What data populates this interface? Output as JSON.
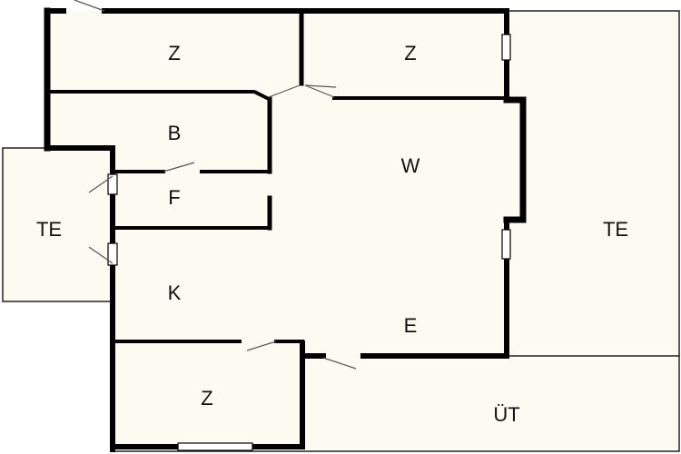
{
  "rooms": [
    {
      "id": "z1",
      "label": "Z"
    },
    {
      "id": "z2",
      "label": "Z"
    },
    {
      "id": "b",
      "label": "B"
    },
    {
      "id": "w",
      "label": "W"
    },
    {
      "id": "f",
      "label": "F"
    },
    {
      "id": "te_left",
      "label": "TE"
    },
    {
      "id": "te_right",
      "label": "TE"
    },
    {
      "id": "k",
      "label": "K"
    },
    {
      "id": "e",
      "label": "E"
    },
    {
      "id": "z3",
      "label": "Z"
    },
    {
      "id": "ut",
      "label": "ÜT"
    }
  ],
  "colors": {
    "floor": "#fbfbf1",
    "wall": "#000000",
    "thin_line": "#222222",
    "door_swing": "#555555"
  }
}
